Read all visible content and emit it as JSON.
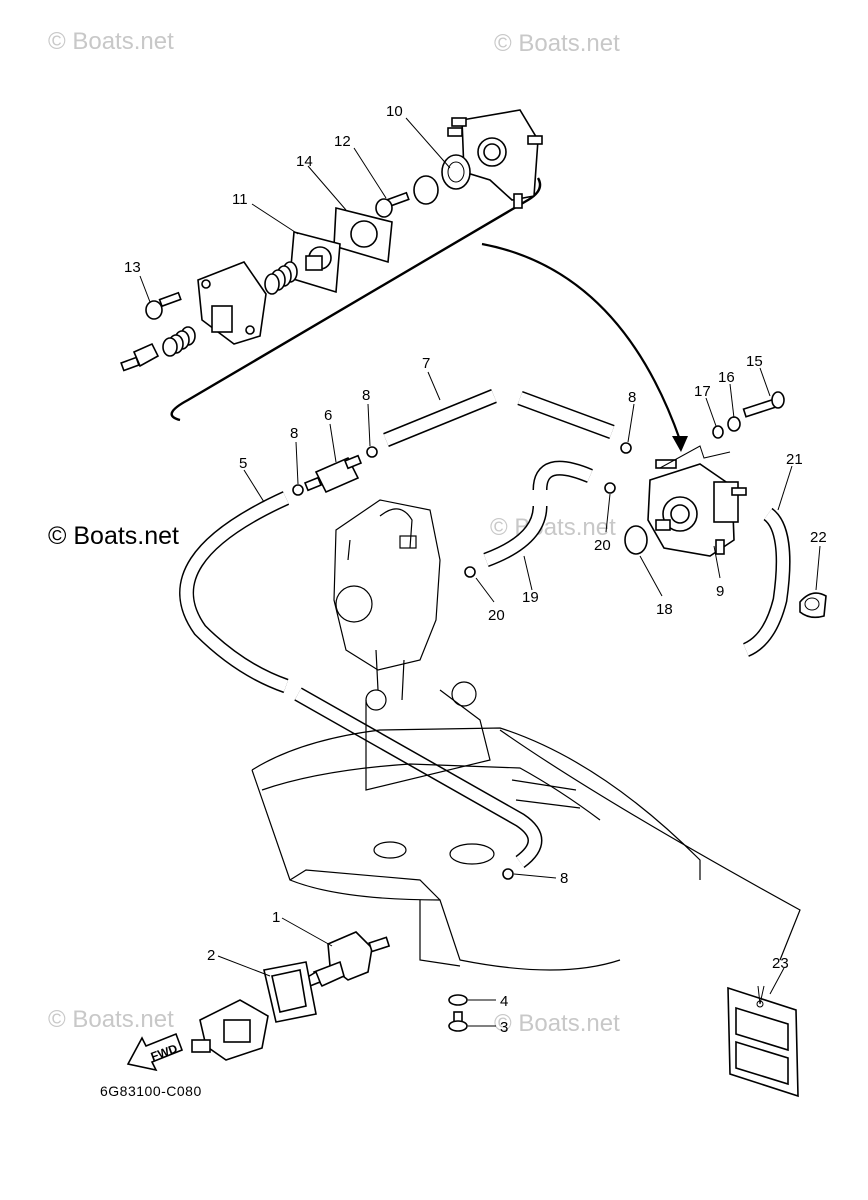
{
  "watermark": {
    "text": "© Boats.net"
  },
  "diagram_code": "6G83100-C080",
  "fwd_label": "FWD",
  "callouts": {
    "p1": "1",
    "p2": "2",
    "p3": "3",
    "p4": "4",
    "p5": "5",
    "p6": "6",
    "p7": "7",
    "p8a": "8",
    "p8b": "8",
    "p8c": "8",
    "p8d": "8",
    "p9": "9",
    "p10": "10",
    "p11": "11",
    "p12": "12",
    "p13": "13",
    "p14": "14",
    "p15": "15",
    "p16": "16",
    "p17": "17",
    "p18": "18",
    "p19": "19",
    "p20a": "20",
    "p20b": "20",
    "p21": "21",
    "p22": "22",
    "p23": "23"
  }
}
